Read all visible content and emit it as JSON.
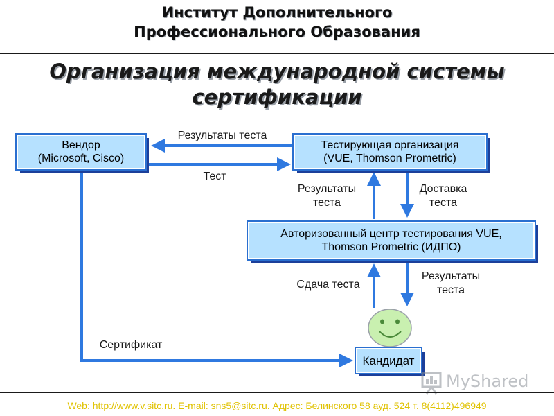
{
  "header": {
    "institute_line1": "Институт Дополнительного",
    "institute_line2": "Профессионального Образования"
  },
  "title": {
    "line1": "Организация международной системы",
    "line2": "сертификации"
  },
  "boxes": {
    "vendor": {
      "line1": "Вендор",
      "line2": "(Microsoft, Cisco)"
    },
    "testing_org": {
      "line1": "Тестирующая организация",
      "line2": "(VUE, Thomson Prometric)"
    },
    "center": {
      "line1": "Авторизованный центр тестирования VUE,",
      "line2": "Thomson Prometric (ИДПО)"
    },
    "candidate": {
      "label": "Кандидат"
    }
  },
  "labels": {
    "results_top": "Результаты теста",
    "test": "Тест",
    "results_left_1": "Результаты",
    "results_left_2": "теста",
    "delivery_1": "Доставка",
    "delivery_2": "теста",
    "submit": "Сдача теста",
    "results_right_1": "Результаты",
    "results_right_2": "теста",
    "certificate": "Сертификат"
  },
  "footer": {
    "text": "Web: http://www.v.sitc.ru. E-mail: sns5@sitc.ru. Адрес: Белинского 58 ауд. 524 т. 8(4112)496949"
  },
  "watermark": {
    "text": "MyShared"
  },
  "colors": {
    "box_fill": "#b6e1ff",
    "box_border": "#2a6fd0",
    "box_shadow": "#1c3f9a",
    "arrow": "#2f79e0",
    "footer_text": "#e0c200",
    "face": "#c9f0b0"
  },
  "icons": [
    "smiley-face-icon",
    "presentation-board-icon"
  ]
}
